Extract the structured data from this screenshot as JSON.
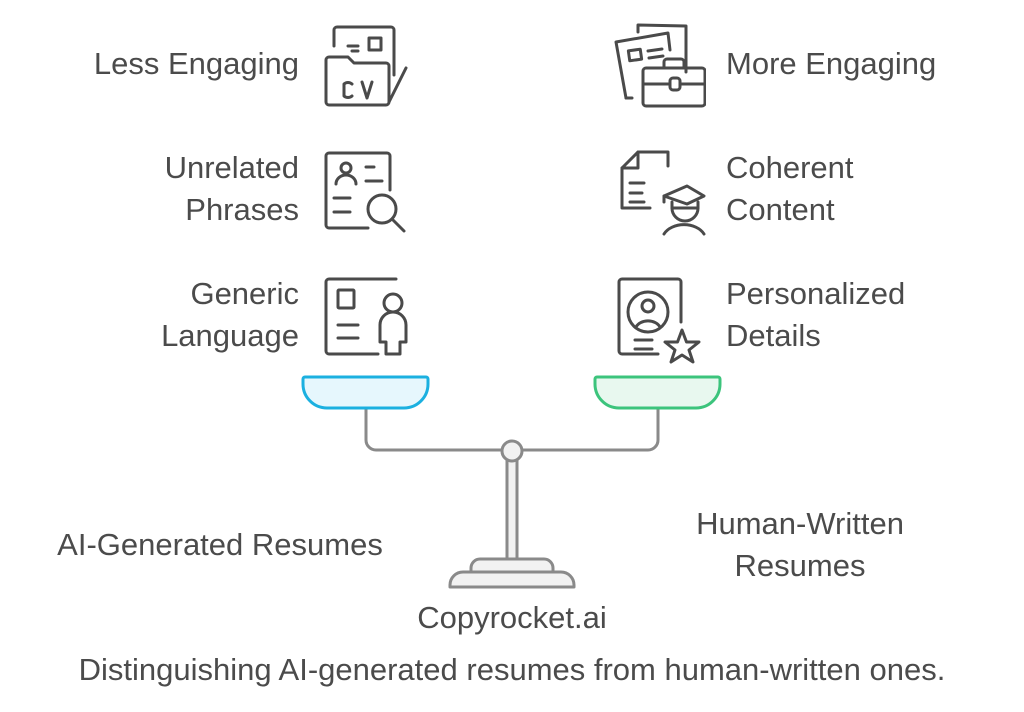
{
  "left": {
    "title": "AI-Generated Resumes",
    "items": [
      {
        "label": "Less Engaging",
        "icon": "cv-folder-icon"
      },
      {
        "label_lines": [
          "Unrelated",
          "Phrases"
        ],
        "icon": "resume-search-icon"
      },
      {
        "label_lines": [
          "Generic",
          "Language"
        ],
        "icon": "profile-document-icon"
      }
    ],
    "pan_color": "#1bb0e0",
    "pan_fill": "#e6f7fd"
  },
  "right": {
    "title_lines": [
      "Human-Written",
      "Resumes"
    ],
    "items": [
      {
        "label": "More Engaging",
        "icon": "documents-briefcase-icon"
      },
      {
        "label_lines": [
          "Coherent",
          "Content"
        ],
        "icon": "document-graduate-icon"
      },
      {
        "label_lines": [
          "Personalized",
          "Details"
        ],
        "icon": "profile-star-icon"
      }
    ],
    "pan_color": "#3cc47c",
    "pan_fill": "#e8f8ef"
  },
  "brand": "Copyrocket.ai",
  "caption": "Distinguishing AI-generated resumes from human-written ones.",
  "colors": {
    "text": "#4b4b4b",
    "icon_stroke": "#4a4a4a",
    "scale_stroke": "#8a8a8a",
    "scale_fill": "#f2f2f2"
  }
}
